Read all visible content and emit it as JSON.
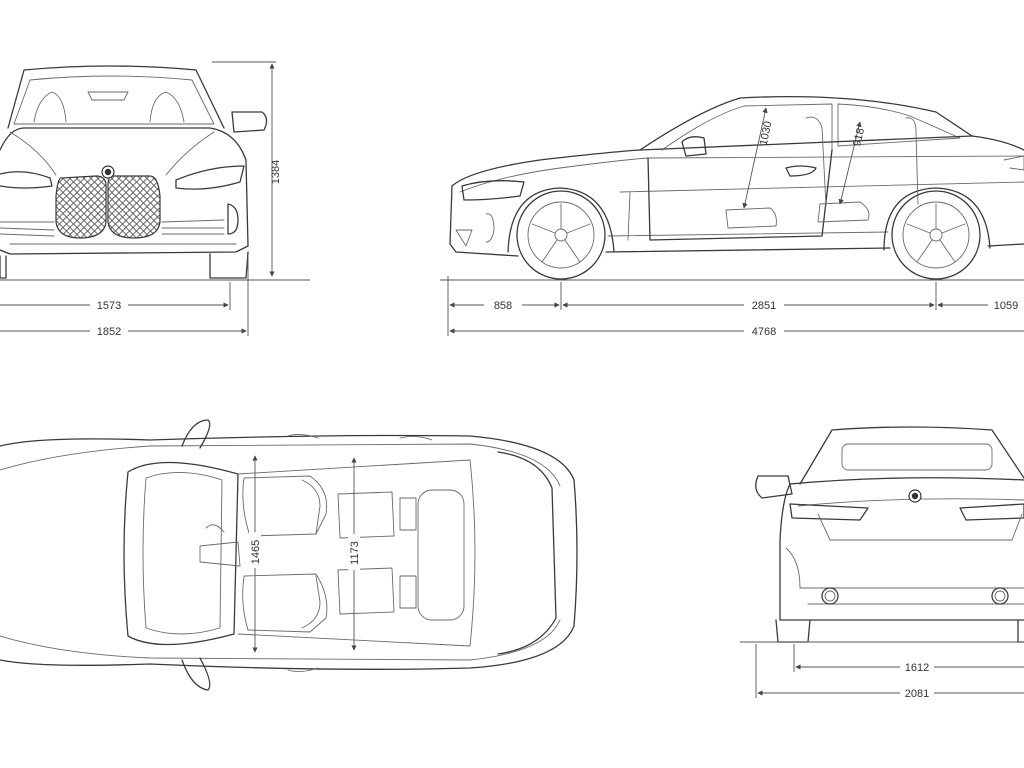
{
  "views": {
    "front": {
      "dimensions": {
        "track": "1573",
        "width": "1852",
        "height": "1384"
      }
    },
    "side": {
      "dimensions": {
        "front_overhang": "858",
        "wheelbase": "2851",
        "rear_overhang": "1059",
        "length": "4768",
        "front_headroom": "1030",
        "rear_headroom": "918"
      }
    },
    "top": {
      "dimensions": {
        "front_shoulder": "1465",
        "rear_shoulder": "1173"
      }
    },
    "rear": {
      "dimensions": {
        "track": "1612",
        "width": "2081"
      }
    }
  },
  "colors": {
    "line": "#3a3a3a",
    "background": "#ffffff"
  },
  "icons": [
    "brand-roundel-icon"
  ]
}
